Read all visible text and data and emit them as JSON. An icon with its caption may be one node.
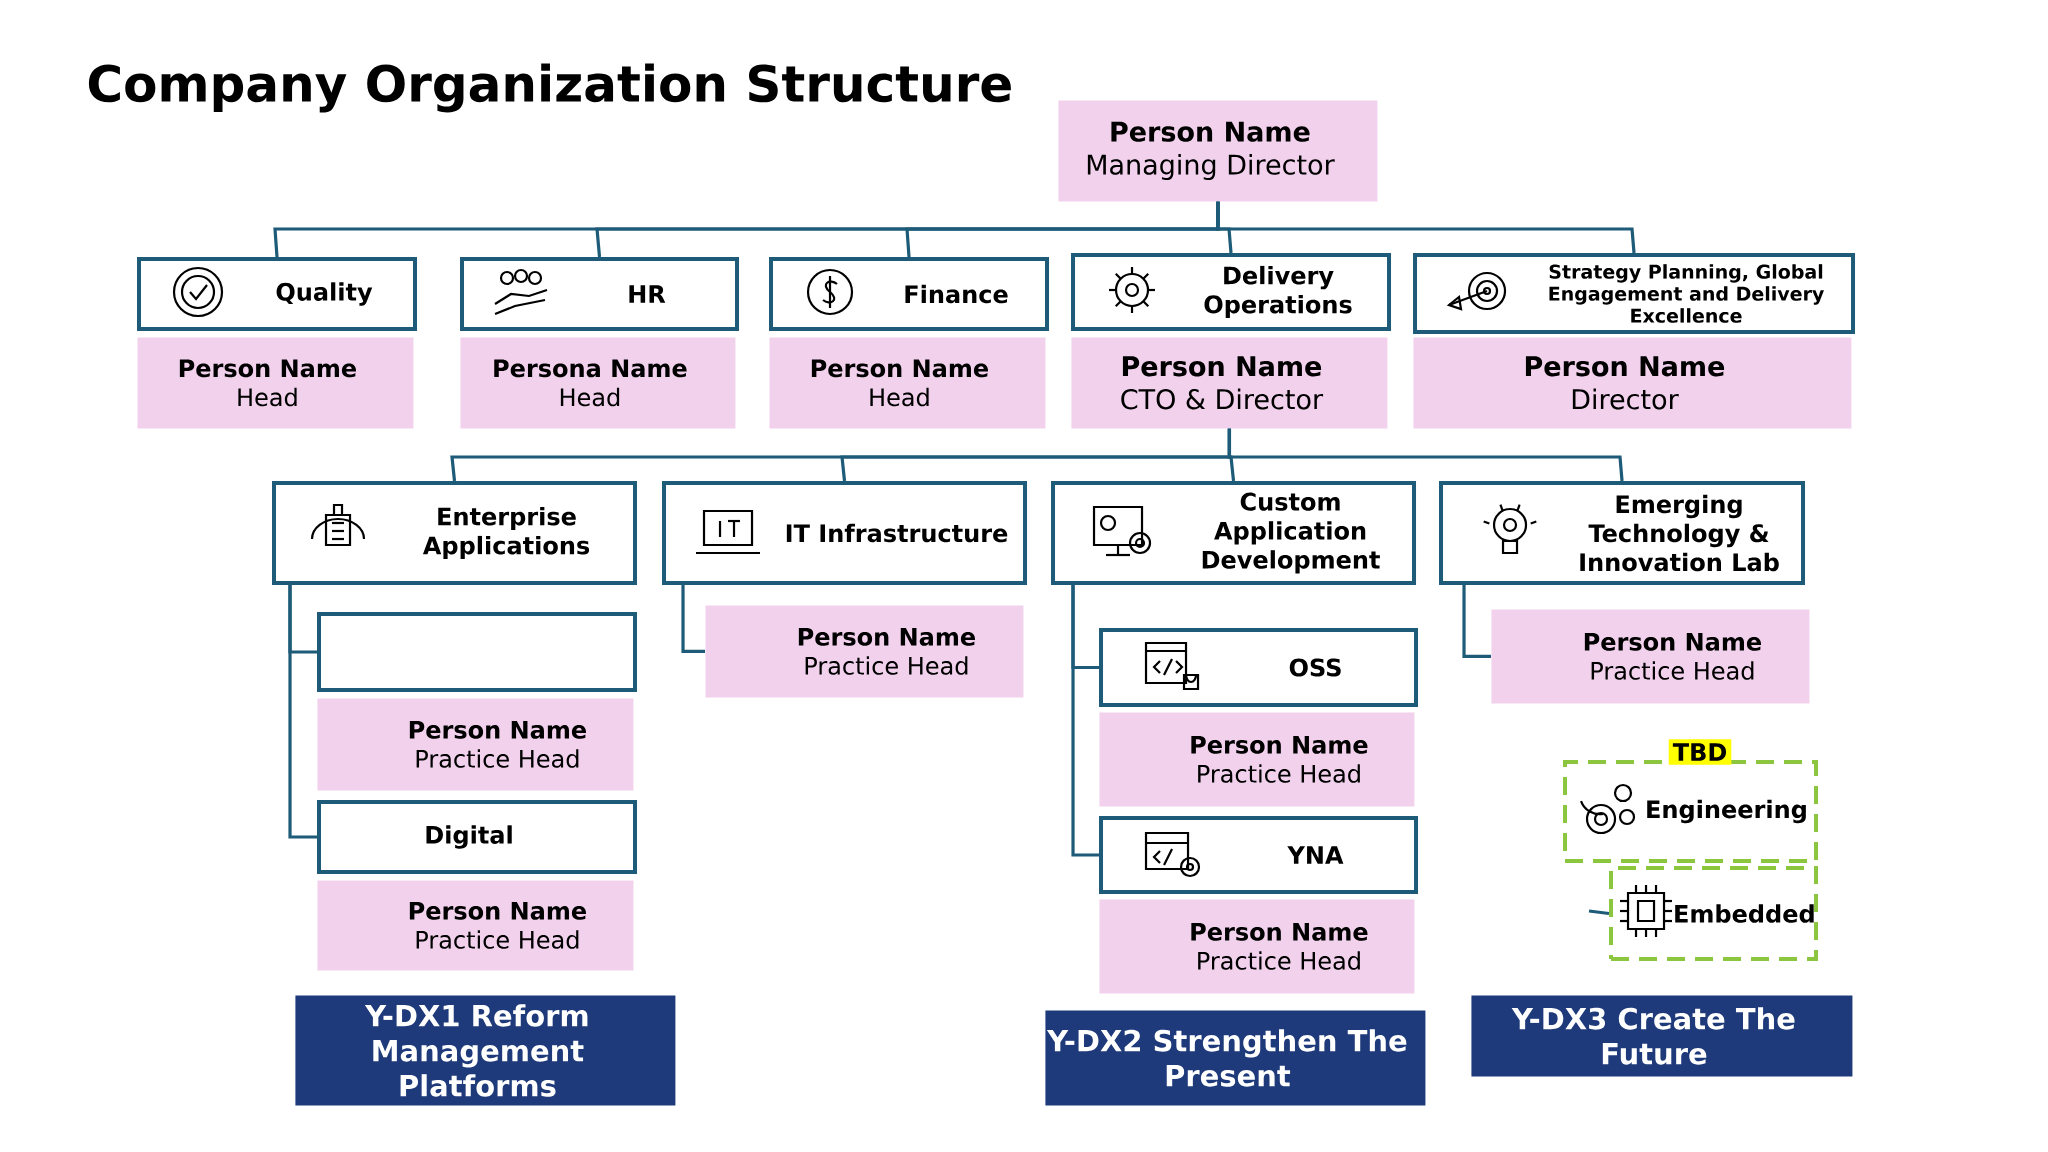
{
  "diagram": {
    "title": "Company Organization Structure",
    "nodes": [
      {
        "text": [
          "Person Name",
          "Managing Director"
        ]
      },
      {
        "text": [
          "Quality"
        ]
      },
      {
        "text": [
          "Person Name",
          "Head"
        ]
      },
      {
        "text": [
          "HR"
        ]
      },
      {
        "text": [
          "Persona Name",
          "Head"
        ]
      },
      {
        "text": [
          "Finance"
        ]
      },
      {
        "text": [
          "Person Name",
          "Head"
        ]
      },
      {
        "text": [
          "Delivery Operations"
        ]
      },
      {
        "text": [
          "Person Name",
          "CTO & Director"
        ]
      },
      {
        "text": [
          "Strategy Planning, Global Engagement and Delivery Excellence"
        ]
      },
      {
        "text": [
          "Person Name",
          "Director"
        ]
      },
      {
        "text": [
          "Enterprise Applications"
        ]
      },
      {
        "text": [],
        "shape": "box"
      },
      {
        "text": [
          "Person Name",
          "Practice Head"
        ]
      },
      {
        "text": [
          "Digital"
        ]
      },
      {
        "text": [
          "Person Name",
          "Practice Head"
        ]
      },
      {
        "text": [
          "IT Infrastructure"
        ]
      },
      {
        "text": [
          "Person Name",
          "Practice Head"
        ]
      },
      {
        "text": [
          "Custom Application Development"
        ]
      },
      {
        "text": [
          "OSS"
        ]
      },
      {
        "text": [
          "Person Name",
          "Practice Head"
        ]
      },
      {
        "text": [
          "YNA"
        ]
      },
      {
        "text": [
          "Person Name",
          "Practice Head"
        ]
      },
      {
        "text": [
          "Emerging Technology & Innovation Lab"
        ]
      },
      {
        "text": [
          "Person Name",
          "Practice Head"
        ]
      },
      {
        "text": [
          "TBD",
          "Engineering"
        ]
      },
      {
        "text": [
          "Embedded"
        ]
      },
      {
        "text": [
          "Y-DX1 Reform Management Platforms"
        ]
      },
      {
        "text": [
          "Y-DX2 Strengthen The Present"
        ]
      },
      {
        "text": [
          "Y-DX3 Create The Future"
        ]
      }
    ],
    "edges": [
      {
        "from": 0,
        "to": 1,
        "arrow": "none"
      },
      {
        "from": 0,
        "to": 3,
        "arrow": "none"
      },
      {
        "from": 0,
        "to": 5,
        "arrow": "none"
      },
      {
        "from": 0,
        "to": 7,
        "arrow": "none"
      },
      {
        "from": 0,
        "to": 9,
        "arrow": "none"
      },
      {
        "from": 8,
        "to": 11,
        "arrow": "none"
      },
      {
        "from": 8,
        "to": 16,
        "arrow": "none"
      },
      {
        "from": 8,
        "to": 18,
        "arrow": "none"
      },
      {
        "from": 8,
        "to": 23,
        "arrow": "none"
      },
      {
        "from": 11,
        "to": 12,
        "arrow": "none"
      },
      {
        "from": 11,
        "to": 14,
        "arrow": "none"
      },
      {
        "from": 16,
        "to": 17,
        "arrow": "none"
      },
      {
        "from": 18,
        "to": 19,
        "arrow": "none"
      },
      {
        "from": 18,
        "to": 21,
        "arrow": "none"
      },
      {
        "from": 23,
        "to": 24,
        "arrow": "none"
      },
      {
        "from": null,
        "to": 26,
        "arrow": "none"
      }
    ]
  }
}
